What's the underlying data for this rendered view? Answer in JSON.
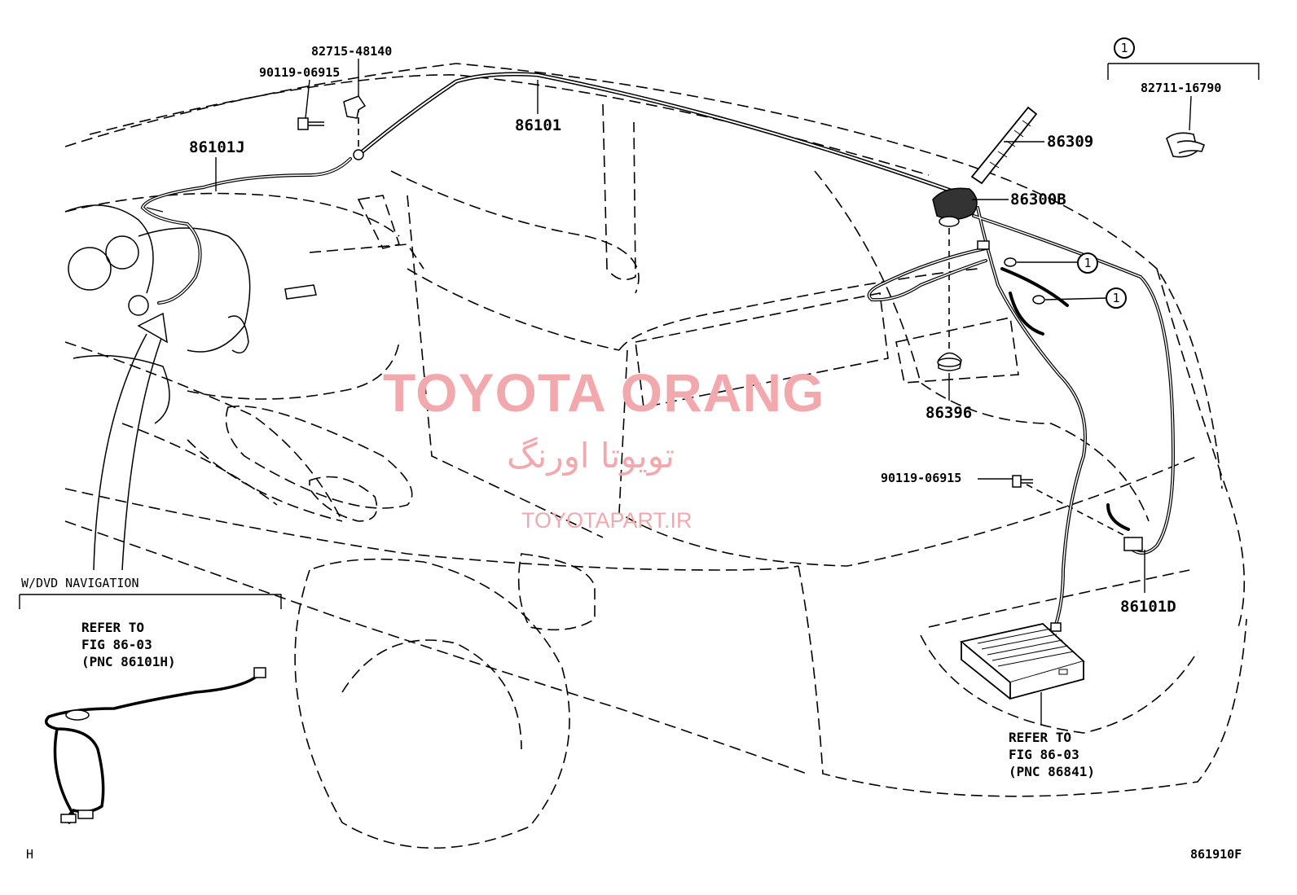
{
  "callouts": {
    "p86101J": "86101J",
    "p82715": "82715-48140",
    "p90119a": "90119-06915",
    "p86101": "86101",
    "p86309": "86309",
    "p86300B": "86300B",
    "p86396": "86396",
    "p90119b": "90119-06915",
    "p86101D": "86101D",
    "p82711": "82711-16790",
    "ref_mark": "1"
  },
  "notes": {
    "dvd_header": "W/DVD NAVIGATION",
    "refer_left": "REFER TO\nFIG 86-03\n(PNC 86101H)",
    "refer_right": "REFER TO\nFIG 86-03\n(PNC 86841)"
  },
  "watermark": {
    "brand_en": "TOYOTA ORANG",
    "brand_fa": "تویوتا اورنگ",
    "site": "TOYOTAPART.IR",
    "color": "#f2a9ad"
  },
  "footer": {
    "left_code": "H",
    "figure_code": "861910F"
  }
}
